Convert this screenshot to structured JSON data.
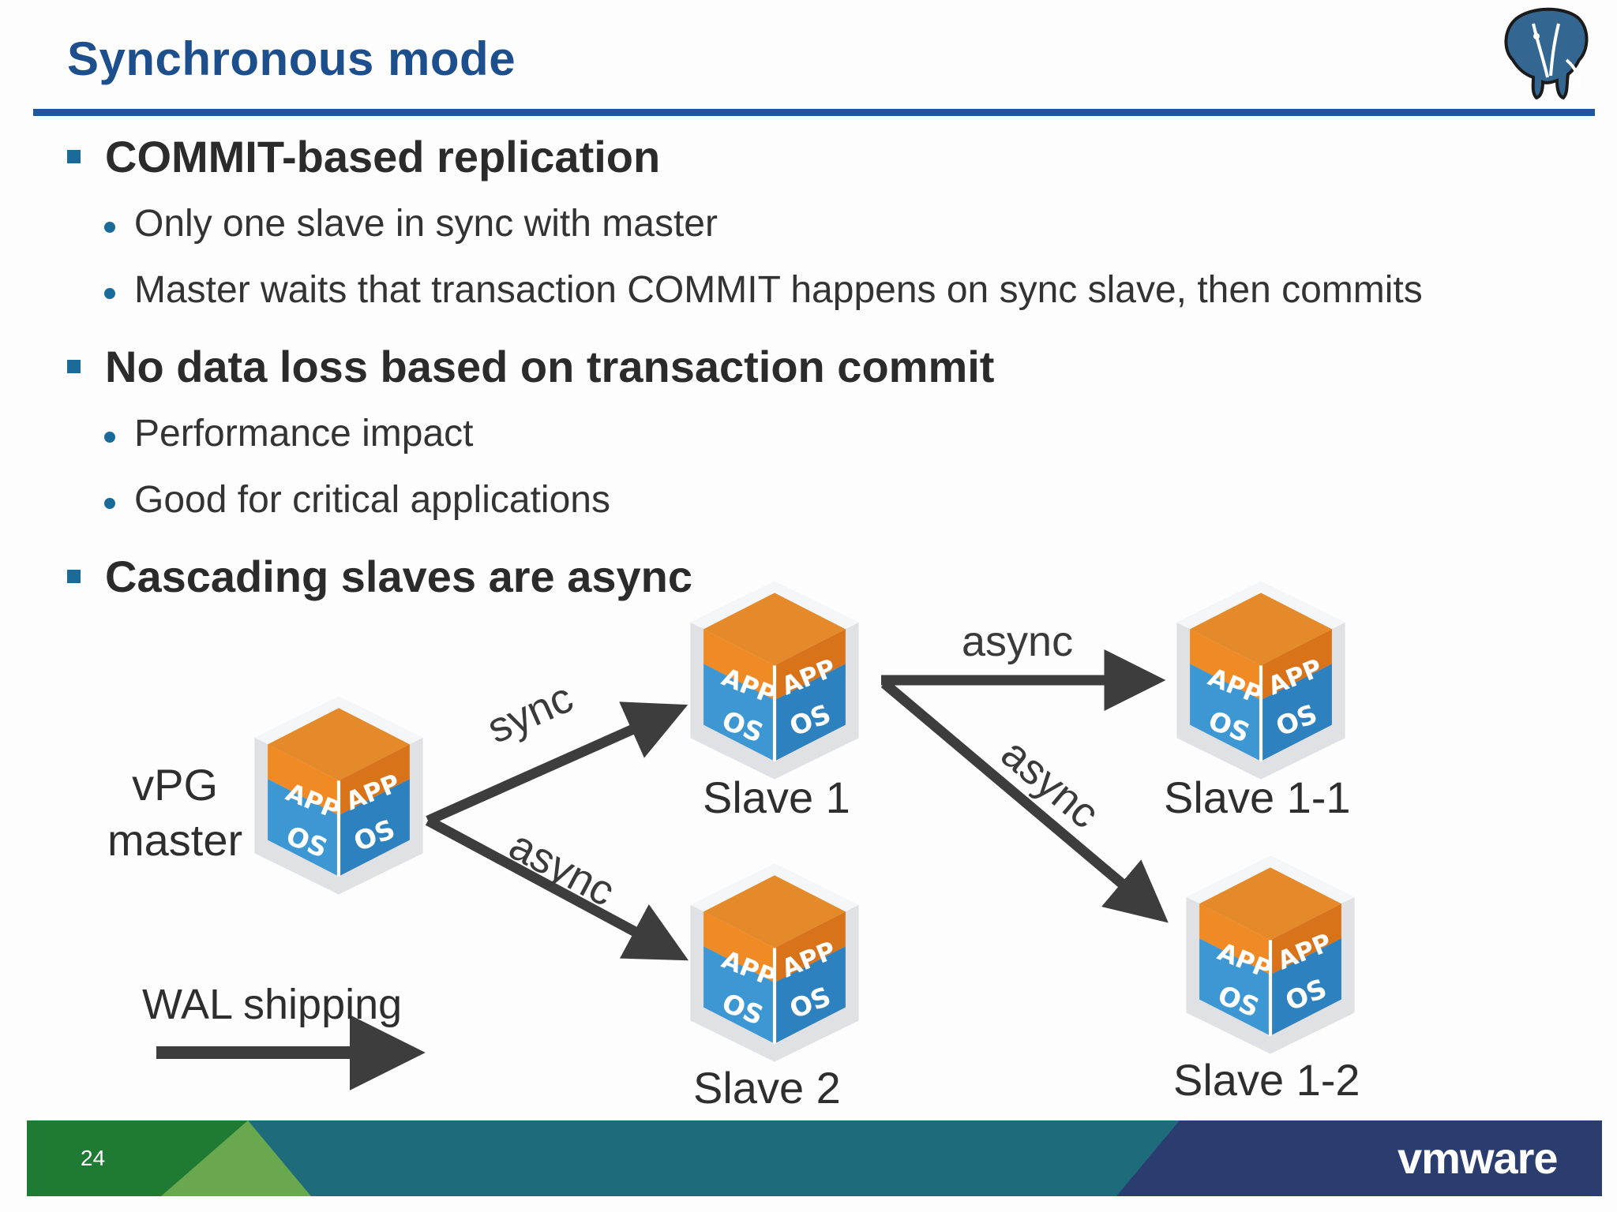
{
  "slide": {
    "title": "Synchronous mode",
    "page_number": "24",
    "brand": "vmware",
    "colors": {
      "title": "#1d4f8c",
      "rule": "#1f5799",
      "bullet_marker": "#1a6a9a",
      "cube_orange": "#e67e22",
      "cube_blue": "#2f8fcd",
      "arrow": "#3d3d3d",
      "footer_green": "#1f7a34",
      "footer_teal": "#1e6c7b",
      "footer_navy": "#2a3d6e"
    }
  },
  "bullets": [
    {
      "text": "COMMIT-based replication",
      "sub": [
        "Only one slave in sync with master",
        "Master waits that transaction COMMIT happens on sync slave, then commits"
      ]
    },
    {
      "text": "No data loss based on transaction commit",
      "sub": [
        "Performance impact",
        "Good for critical applications"
      ]
    },
    {
      "text": "Cascading slaves are async",
      "sub": []
    }
  ],
  "diagram": {
    "cube_labels": {
      "app": "APP",
      "os": "OS"
    },
    "nodes": {
      "master": "vPG\nmaster",
      "slave1": "Slave 1",
      "slave2": "Slave 2",
      "slave11": "Slave 1-1",
      "slave12": "Slave 1-2"
    },
    "edges": {
      "master_slave1": "sync",
      "master_slave2": "async",
      "slave1_slave11": "async",
      "slave1_slave12": "async"
    },
    "legend": "WAL shipping"
  }
}
